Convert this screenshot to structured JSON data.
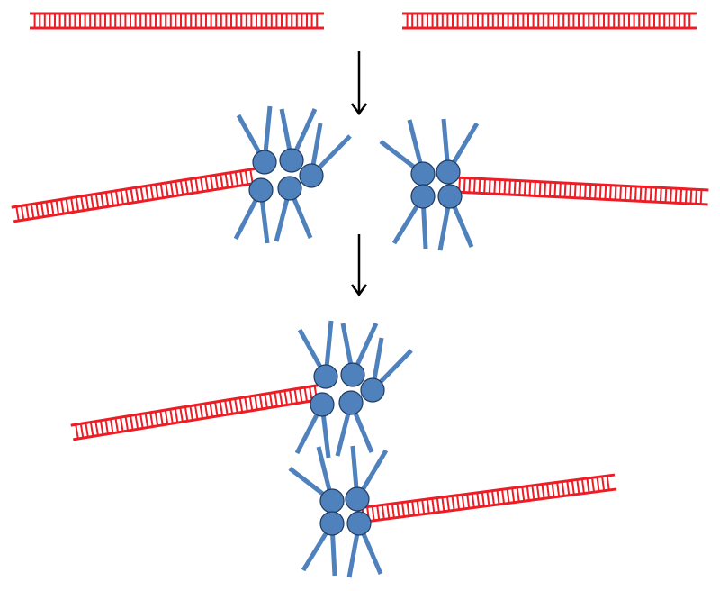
{
  "colors": {
    "dna_strand": "#ee1c24",
    "protein_fill": "#4f81bd",
    "protein_stroke": "#1f3a5f",
    "protein_tail": "#4f81bd",
    "arrow": "#000000",
    "background": "#ffffff"
  },
  "steps": [
    {
      "stage": "intact-dna-ends"
    },
    {
      "stage": "protein-bound-ends"
    },
    {
      "stage": "synapsed-ends"
    }
  ],
  "icons": {
    "arrow": "down-arrow-icon",
    "protein": "protein-subunit-icon",
    "dna": "dna-duplex-icon"
  }
}
